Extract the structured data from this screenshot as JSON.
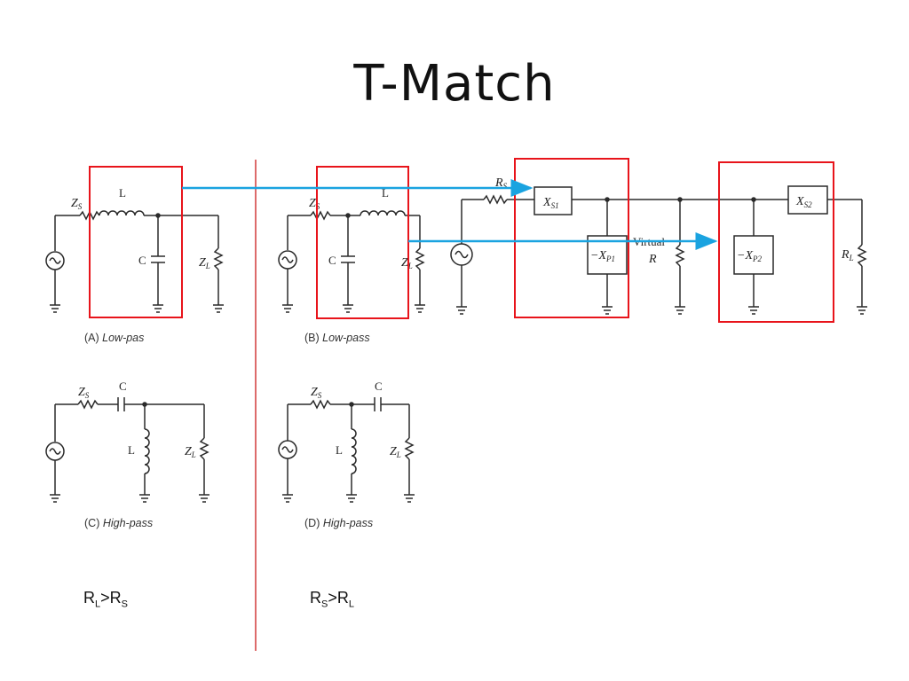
{
  "title": "T-Match",
  "colors": {
    "box": "#e8141b",
    "arrow": "#1aa3e0",
    "divider": "#d23a3a",
    "wire": "#2a2a2a"
  },
  "circuits": {
    "a": {
      "caption_prefix": "(A) ",
      "caption_em": "Low-pas",
      "zs": "Z",
      "zs_sub": "S",
      "l": "L",
      "c": "C",
      "zl": "Z",
      "zl_sub": "L"
    },
    "b": {
      "caption_prefix": "(B) ",
      "caption_em": "Low-pass",
      "zs": "Z",
      "zs_sub": "S",
      "l": "L",
      "c": "C",
      "zl": "Z",
      "zl_sub": "L"
    },
    "c": {
      "caption_prefix": "(C) ",
      "caption_em": "High-pass",
      "zs": "Z",
      "zs_sub": "S",
      "c": "C",
      "l": "L",
      "zl": "Z",
      "zl_sub": "L"
    },
    "d": {
      "caption_prefix": "(D) ",
      "caption_em": "High-pass",
      "zs": "Z",
      "zs_sub": "S",
      "c": "C",
      "l": "L",
      "zl": "Z",
      "zl_sub": "L"
    }
  },
  "tnetwork": {
    "rs": "R",
    "rs_sub": "S",
    "xs1": "X",
    "xs1_sub": "S1",
    "xp1": "−X",
    "xp1_sub": "P1",
    "virtual_1": "Virtual",
    "virtual_2": "R",
    "xp2": "−X",
    "xp2_sub": "P2",
    "xs2": "X",
    "xs2_sub": "S2",
    "rl": "R",
    "rl_sub": "L"
  },
  "conditions": {
    "left": {
      "a": "R",
      "a_sub": "L",
      "op": ">",
      "b": "R",
      "b_sub": "S"
    },
    "right": {
      "a": "R",
      "a_sub": "S",
      "op": ">",
      "b": "R",
      "b_sub": "L"
    }
  }
}
